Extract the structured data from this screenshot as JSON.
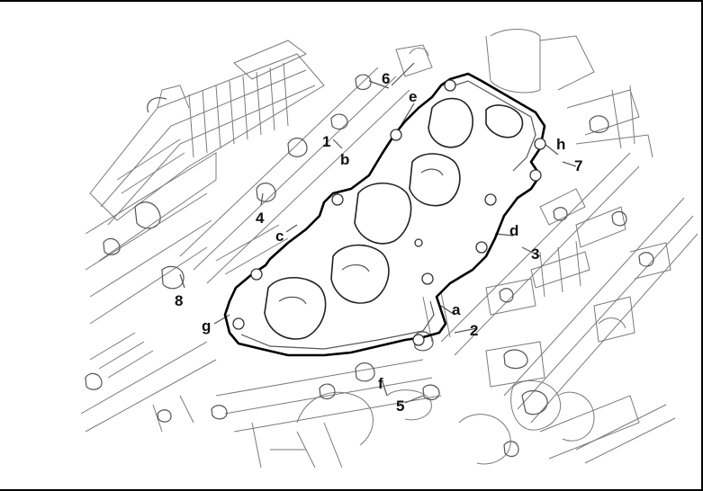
{
  "diagram": {
    "callouts": [
      {
        "id": "6",
        "text": "6"
      },
      {
        "id": "e",
        "text": "e"
      },
      {
        "id": "1",
        "text": "1"
      },
      {
        "id": "b",
        "text": "b"
      },
      {
        "id": "h",
        "text": "h"
      },
      {
        "id": "7",
        "text": "7"
      },
      {
        "id": "4",
        "text": "4"
      },
      {
        "id": "c",
        "text": "c"
      },
      {
        "id": "d",
        "text": "d"
      },
      {
        "id": "3",
        "text": "3"
      },
      {
        "id": "8",
        "text": "8"
      },
      {
        "id": "g",
        "text": "g"
      },
      {
        "id": "a",
        "text": "a"
      },
      {
        "id": "2",
        "text": "2"
      },
      {
        "id": "f",
        "text": "f"
      },
      {
        "id": "5",
        "text": "5"
      }
    ]
  }
}
